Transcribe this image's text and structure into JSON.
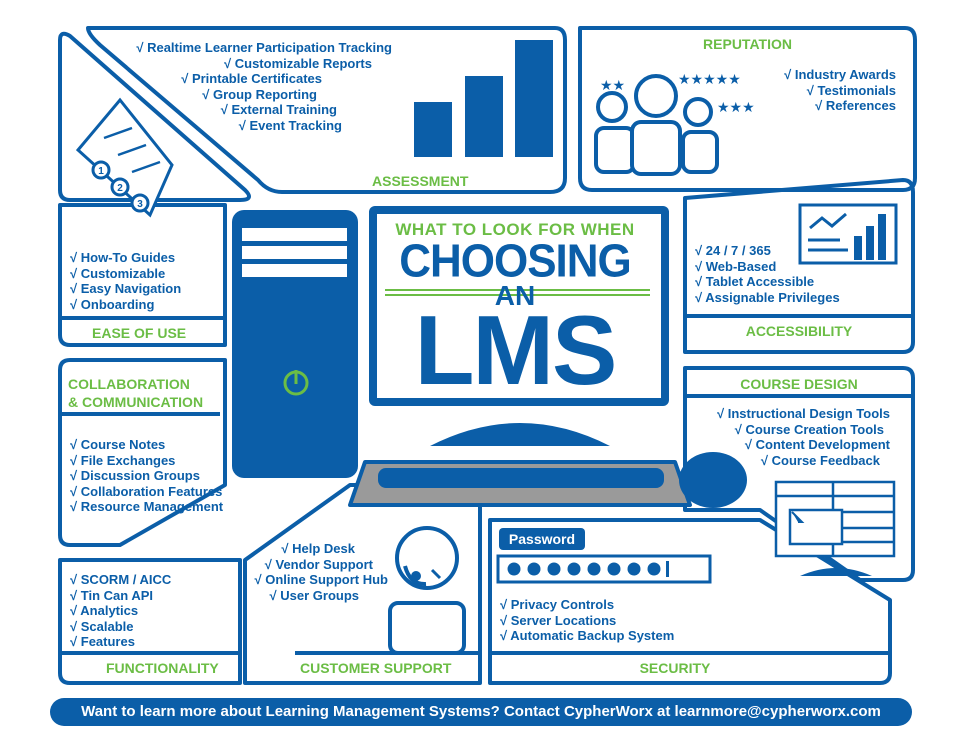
{
  "assessment": {
    "items": [
      "Realtime Learner Participation Tracking",
      "Customizable Reports",
      "Printable Certificates",
      "Group Reporting",
      "External Training",
      "Event Tracking"
    ],
    "label": "ASSESSMENT"
  },
  "reputation": {
    "label": "REPUTATION",
    "items": [
      "Industry Awards",
      "Testimonials",
      "References"
    ]
  },
  "ease_of_use": {
    "items": [
      "How-To Guides",
      "Customizable",
      "Easy Navigation",
      "Onboarding"
    ],
    "label": "EASE OF USE"
  },
  "title": {
    "line1": "WHAT TO LOOK FOR WHEN",
    "line2": "CHOOSING",
    "line3": "AN",
    "line4": "LMS"
  },
  "accessibility": {
    "items": [
      "24 / 7 / 365",
      "Web-Based",
      "Tablet Accessible",
      "Assignable Privileges"
    ],
    "label": "ACCESSIBILITY"
  },
  "collaboration": {
    "label_line1": "COLLABORATION",
    "label_line2": "& COMMUNICATION",
    "items": [
      "Course Notes",
      "File Exchanges",
      "Discussion Groups",
      "Collaboration Features",
      "Resource Management"
    ]
  },
  "course_design": {
    "label": "COURSE DESIGN",
    "items": [
      "Instructional Design Tools",
      "Course Creation Tools",
      "Content Development",
      "Course Feedback"
    ]
  },
  "functionality": {
    "items": [
      "SCORM / AICC",
      "Tin Can API",
      "Analytics",
      "Scalable",
      "Features"
    ],
    "label": "FUNCTIONALITY"
  },
  "customer_support": {
    "items": [
      "Help Desk",
      "Vendor Support",
      "Online Support Hub",
      "User Groups"
    ],
    "label": "CUSTOMER SUPPORT"
  },
  "security": {
    "password_label": "Password",
    "items": [
      "Privacy Controls",
      "Server Locations",
      "Automatic Backup System"
    ],
    "label": "SECURITY"
  },
  "footer": {
    "text": "Want to learn more about Learning Management Systems? Contact CypherWorx at learnmore@cypherworx.com"
  },
  "check_mark": "√",
  "colors": {
    "blue": "#0b5ea8",
    "green": "#6bbd45",
    "grey": "#9a9a9a"
  },
  "icons": [
    "certificate-icon",
    "bar-chart-icon",
    "people-icon",
    "star-icon",
    "monitor-chart-icon",
    "computer-tower-icon",
    "power-icon",
    "keyboard-icon",
    "mouse-icon",
    "headset-icon",
    "layout-icon"
  ]
}
